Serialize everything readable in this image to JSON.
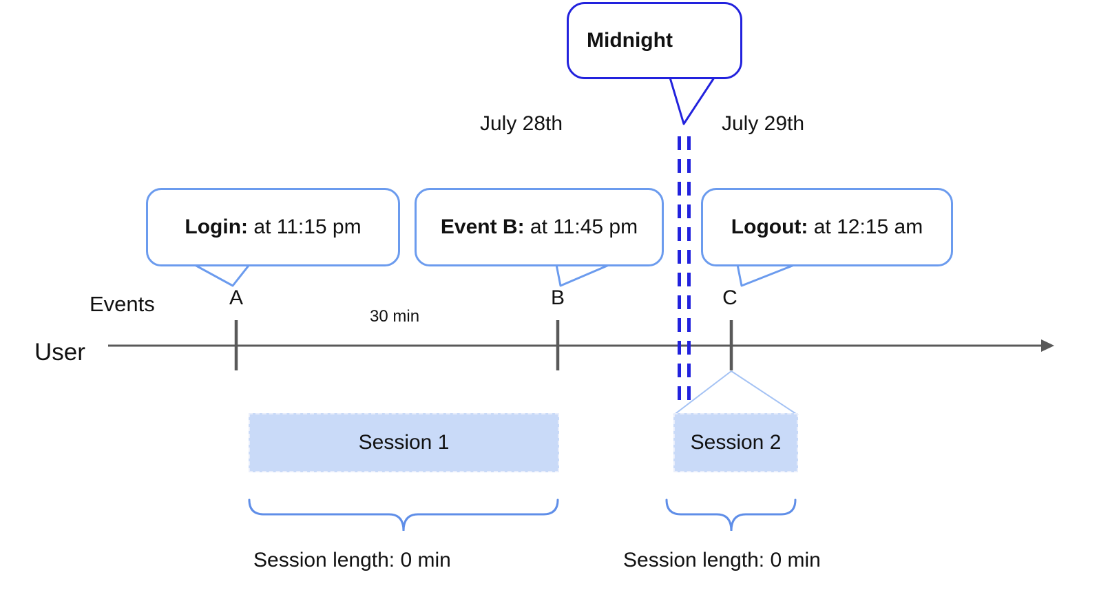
{
  "title": "User session timeline diagram",
  "header": {
    "midnight_label": "Midnight",
    "date_left": "July 28th",
    "date_right": "July 29th"
  },
  "callouts": {
    "login": {
      "bold": "Login:",
      "rest": " at 11:15 pm"
    },
    "event_b": {
      "bold": "Event B:",
      "rest": " at 11:45 pm"
    },
    "logout": {
      "bold": "Logout:",
      "rest": " at 12:15 am"
    }
  },
  "axis": {
    "events_label": "Events",
    "user_label": "User",
    "interval_label": "30 min",
    "ticks": [
      "A",
      "B",
      "C"
    ]
  },
  "sessions": {
    "s1": {
      "label": "Session 1",
      "length": "Session length: 0 min"
    },
    "s2": {
      "label": "Session 2",
      "length": "Session length: 0 min"
    }
  },
  "colors": {
    "callout_border": "#6b9bee",
    "midnight_border": "#2222dd",
    "dashed_divider": "#2222dd",
    "session_fill": "#c9daf8",
    "connector_light": "#a4c2f4",
    "brace": "#5f8ee8",
    "axis_gray": "#595959",
    "text": "#111111"
  }
}
